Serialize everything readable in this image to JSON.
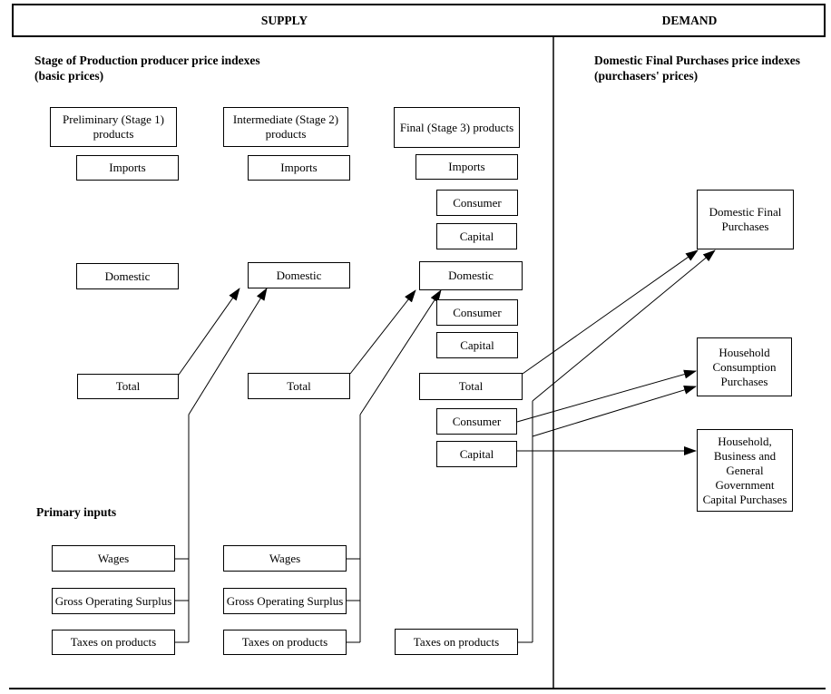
{
  "header": {
    "supply": "SUPPLY",
    "demand": "DEMAND"
  },
  "supply": {
    "heading": "Stage of Production producer price indexes",
    "heading_sub": "(basic prices)",
    "primary_inputs_heading": "Primary inputs",
    "stage1": {
      "title": "Preliminary (Stage 1) products",
      "imports": "Imports",
      "domestic": "Domestic",
      "total": "Total",
      "wages": "Wages",
      "gos": "Gross Operating Surplus",
      "taxes": "Taxes on products"
    },
    "stage2": {
      "title": "Intermediate (Stage 2) products",
      "imports": "Imports",
      "domestic": "Domestic",
      "total": "Total",
      "wages": "Wages",
      "gos": "Gross Operating Surplus",
      "taxes": "Taxes on products"
    },
    "stage3": {
      "title": "Final (Stage 3) products",
      "imports": "Imports",
      "imports_consumer": "Consumer",
      "imports_capital": "Capital",
      "domestic": "Domestic",
      "domestic_consumer": "Consumer",
      "domestic_capital": "Capital",
      "total": "Total",
      "total_consumer": "Consumer",
      "total_capital": "Capital",
      "taxes": "Taxes on products"
    }
  },
  "demand": {
    "heading": "Domestic Final Purchases price indexes",
    "heading_sub": "(purchasers' prices)",
    "dfp": "Domestic Final Purchases",
    "hcp": "Household Consumption Purchases",
    "hbgcp": "Household, Business and General Government Capital Purchases"
  },
  "connections": [
    {
      "from": "Total (Stage 1)",
      "to": "Domestic (Stage 2)"
    },
    {
      "from": "Primary inputs Stage 1 (Wages, Gross Operating Surplus, Taxes on products)",
      "to": "Domestic (Stage 2)"
    },
    {
      "from": "Total (Stage 2)",
      "to": "Domestic (Stage 3)"
    },
    {
      "from": "Primary inputs Stage 2 (Wages, Gross Operating Surplus, Taxes on products)",
      "to": "Domestic (Stage 3)"
    },
    {
      "from": "Total (Stage 3)",
      "to": "Domestic Final Purchases"
    },
    {
      "from": "Taxes on products (Stage 3)",
      "to": "Domestic Final Purchases"
    },
    {
      "from": "Consumer under Total (Stage 3)",
      "to": "Household Consumption Purchases"
    },
    {
      "from": "Taxes on products (Stage 3)",
      "to": "Household Consumption Purchases"
    },
    {
      "from": "Capital under Total (Stage 3)",
      "to": "Household, Business and General Government Capital Purchases"
    },
    {
      "from": "Taxes on products (Stage 3)",
      "to": "Household, Business and General Government Capital Purchases"
    }
  ],
  "colors": {
    "line": "#000000",
    "background": "#ffffff",
    "text": "#000000"
  }
}
